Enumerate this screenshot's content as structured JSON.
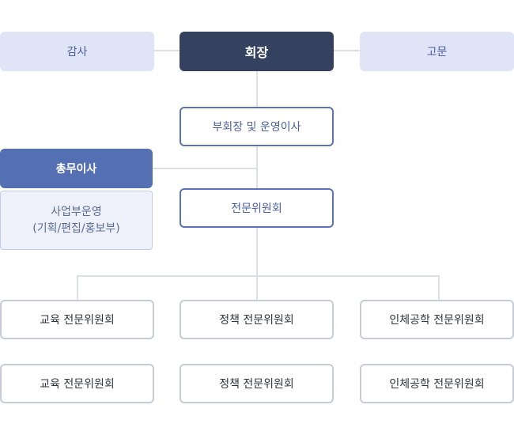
{
  "top": {
    "audit": "감사",
    "chairman": "회장",
    "advisor": "고문"
  },
  "vice_chair": "부회장 및 운영이사",
  "general_affairs": {
    "title": "총무이사",
    "detail_line1": "사업부운영",
    "detail_line2": "(기획/편집/홍보부)"
  },
  "expert_committee": "전문위원회",
  "committees_row1": [
    "교육 전문위원회",
    "정책 전문위원회",
    "인체공학 전문위원회"
  ],
  "committees_row2": [
    "교육 전문위원회",
    "정책 전문위원회",
    "인체공학 전문위원회"
  ]
}
